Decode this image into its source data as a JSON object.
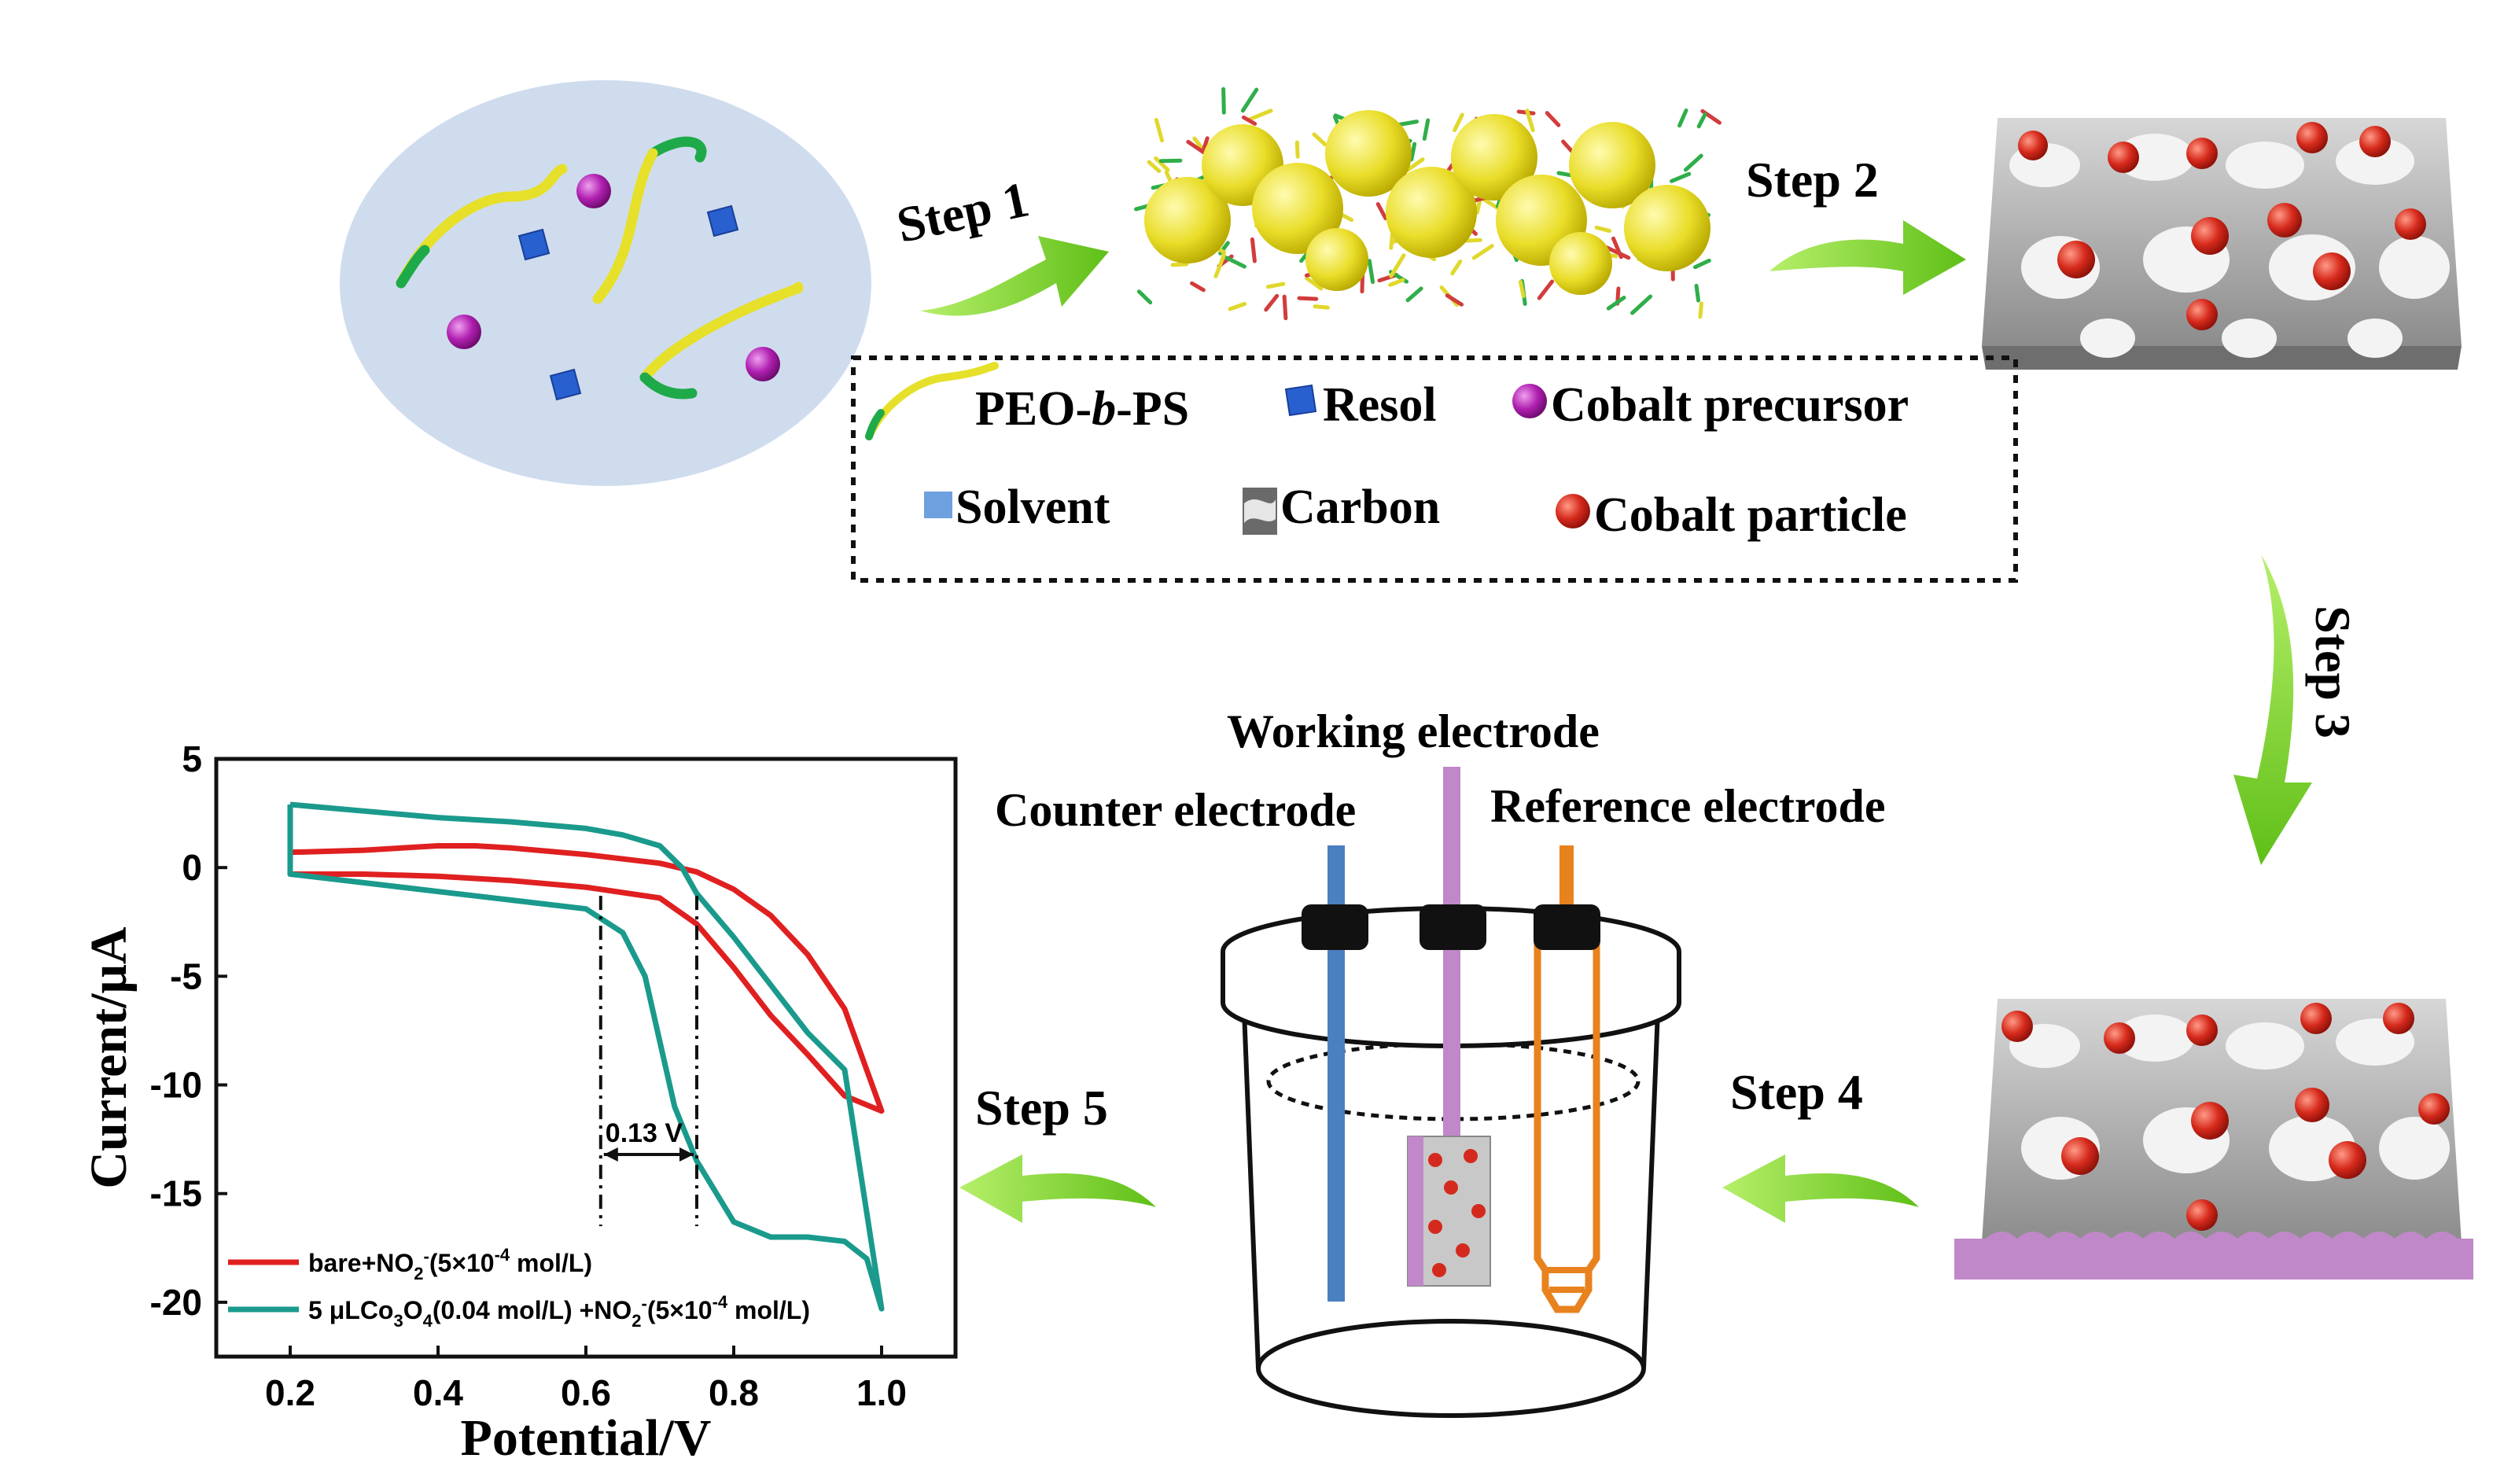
{
  "steps": {
    "step1": "Step 1",
    "step2": "Step 2",
    "step3": "Step 3",
    "step4": "Step 4",
    "step5": "Step 5"
  },
  "legend": {
    "peo_b": "PEO-",
    "peo_b_italic": "b",
    "peo_ps": "-PS",
    "resol": "Resol",
    "cobalt_precursor": "Cobalt precursor",
    "solvent": "Solvent",
    "carbon": "Carbon",
    "cobalt_particle": "Cobalt particle"
  },
  "electrodes": {
    "working": "Working electrode",
    "counter": "Counter electrode",
    "reference": "Reference electrode"
  },
  "colors": {
    "red_series": "#e02020",
    "teal_series": "#1a9a8c",
    "arrow_green": "#7ed321",
    "solution_bg": "#cfdcee",
    "cobalt_red": "#d42a1e",
    "carbon_gray": "#9a9a9a",
    "precursor_purple": "#b020b0",
    "resol_blue": "#2860d0",
    "counter_blue": "#4a7fc0",
    "working_purple": "#c088c8",
    "reference_orange": "#e8821e"
  },
  "chart_data": {
    "type": "line",
    "xlabel": "Potential/V",
    "ylabel": "Current/μA",
    "xlim": [
      0.1,
      1.1
    ],
    "ylim": [
      -22.5,
      5
    ],
    "xticks": [
      "0.2",
      "0.4",
      "0.6",
      "0.8",
      "1.0"
    ],
    "yticks": [
      "5",
      "0",
      "-5",
      "-10",
      "-15",
      "-20"
    ],
    "annotation": "0.13 V",
    "annotation_lines_x": [
      0.62,
      0.75
    ],
    "series": [
      {
        "name": "bare+NO2-(5×10-4 mol/L)",
        "legend_parts": [
          "bare+NO",
          "2",
          "-",
          "(5×10",
          "-4",
          " mol/L)"
        ],
        "color": "#e02020",
        "x": [
          0.2,
          0.3,
          0.4,
          0.45,
          0.5,
          0.6,
          0.7,
          0.75,
          0.8,
          0.85,
          0.9,
          0.95,
          1.0,
          0.95,
          0.9,
          0.85,
          0.8,
          0.75,
          0.7,
          0.6,
          0.5,
          0.4,
          0.3,
          0.2,
          0.2
        ],
        "y": [
          0.7,
          0.8,
          1.0,
          1.0,
          0.9,
          0.6,
          0.2,
          -0.2,
          -1.0,
          -2.2,
          -4.0,
          -6.5,
          -11.2,
          -10.5,
          -8.6,
          -6.8,
          -4.6,
          -2.6,
          -1.4,
          -0.9,
          -0.6,
          -0.4,
          -0.3,
          -0.3,
          0.7
        ]
      },
      {
        "name": "5 μLCo3O4(0.04 mol/L)+NO2-(5×10-4 mol/L)",
        "legend_parts": [
          "5 μLCo",
          "3",
          "O",
          "4",
          "(0.04 mol/L) +NO",
          "2",
          "-",
          "(5×10",
          "-4",
          " mol/L)"
        ],
        "color": "#1a9a8c",
        "x": [
          0.2,
          0.3,
          0.4,
          0.5,
          0.6,
          0.65,
          0.7,
          0.73,
          0.75,
          0.8,
          0.85,
          0.9,
          0.95,
          1.0,
          0.98,
          0.95,
          0.9,
          0.85,
          0.8,
          0.75,
          0.72,
          0.7,
          0.68,
          0.65,
          0.6,
          0.5,
          0.4,
          0.3,
          0.2,
          0.2
        ],
        "y": [
          2.9,
          2.6,
          2.3,
          2.1,
          1.8,
          1.5,
          1.0,
          0.0,
          -1.2,
          -3.2,
          -5.4,
          -7.6,
          -9.3,
          -20.3,
          -18.0,
          -17.2,
          -17.0,
          -17.0,
          -16.3,
          -13.5,
          -11.0,
          -8.0,
          -5.0,
          -3.0,
          -1.9,
          -1.5,
          -1.1,
          -0.7,
          -0.3,
          2.9
        ]
      }
    ]
  }
}
